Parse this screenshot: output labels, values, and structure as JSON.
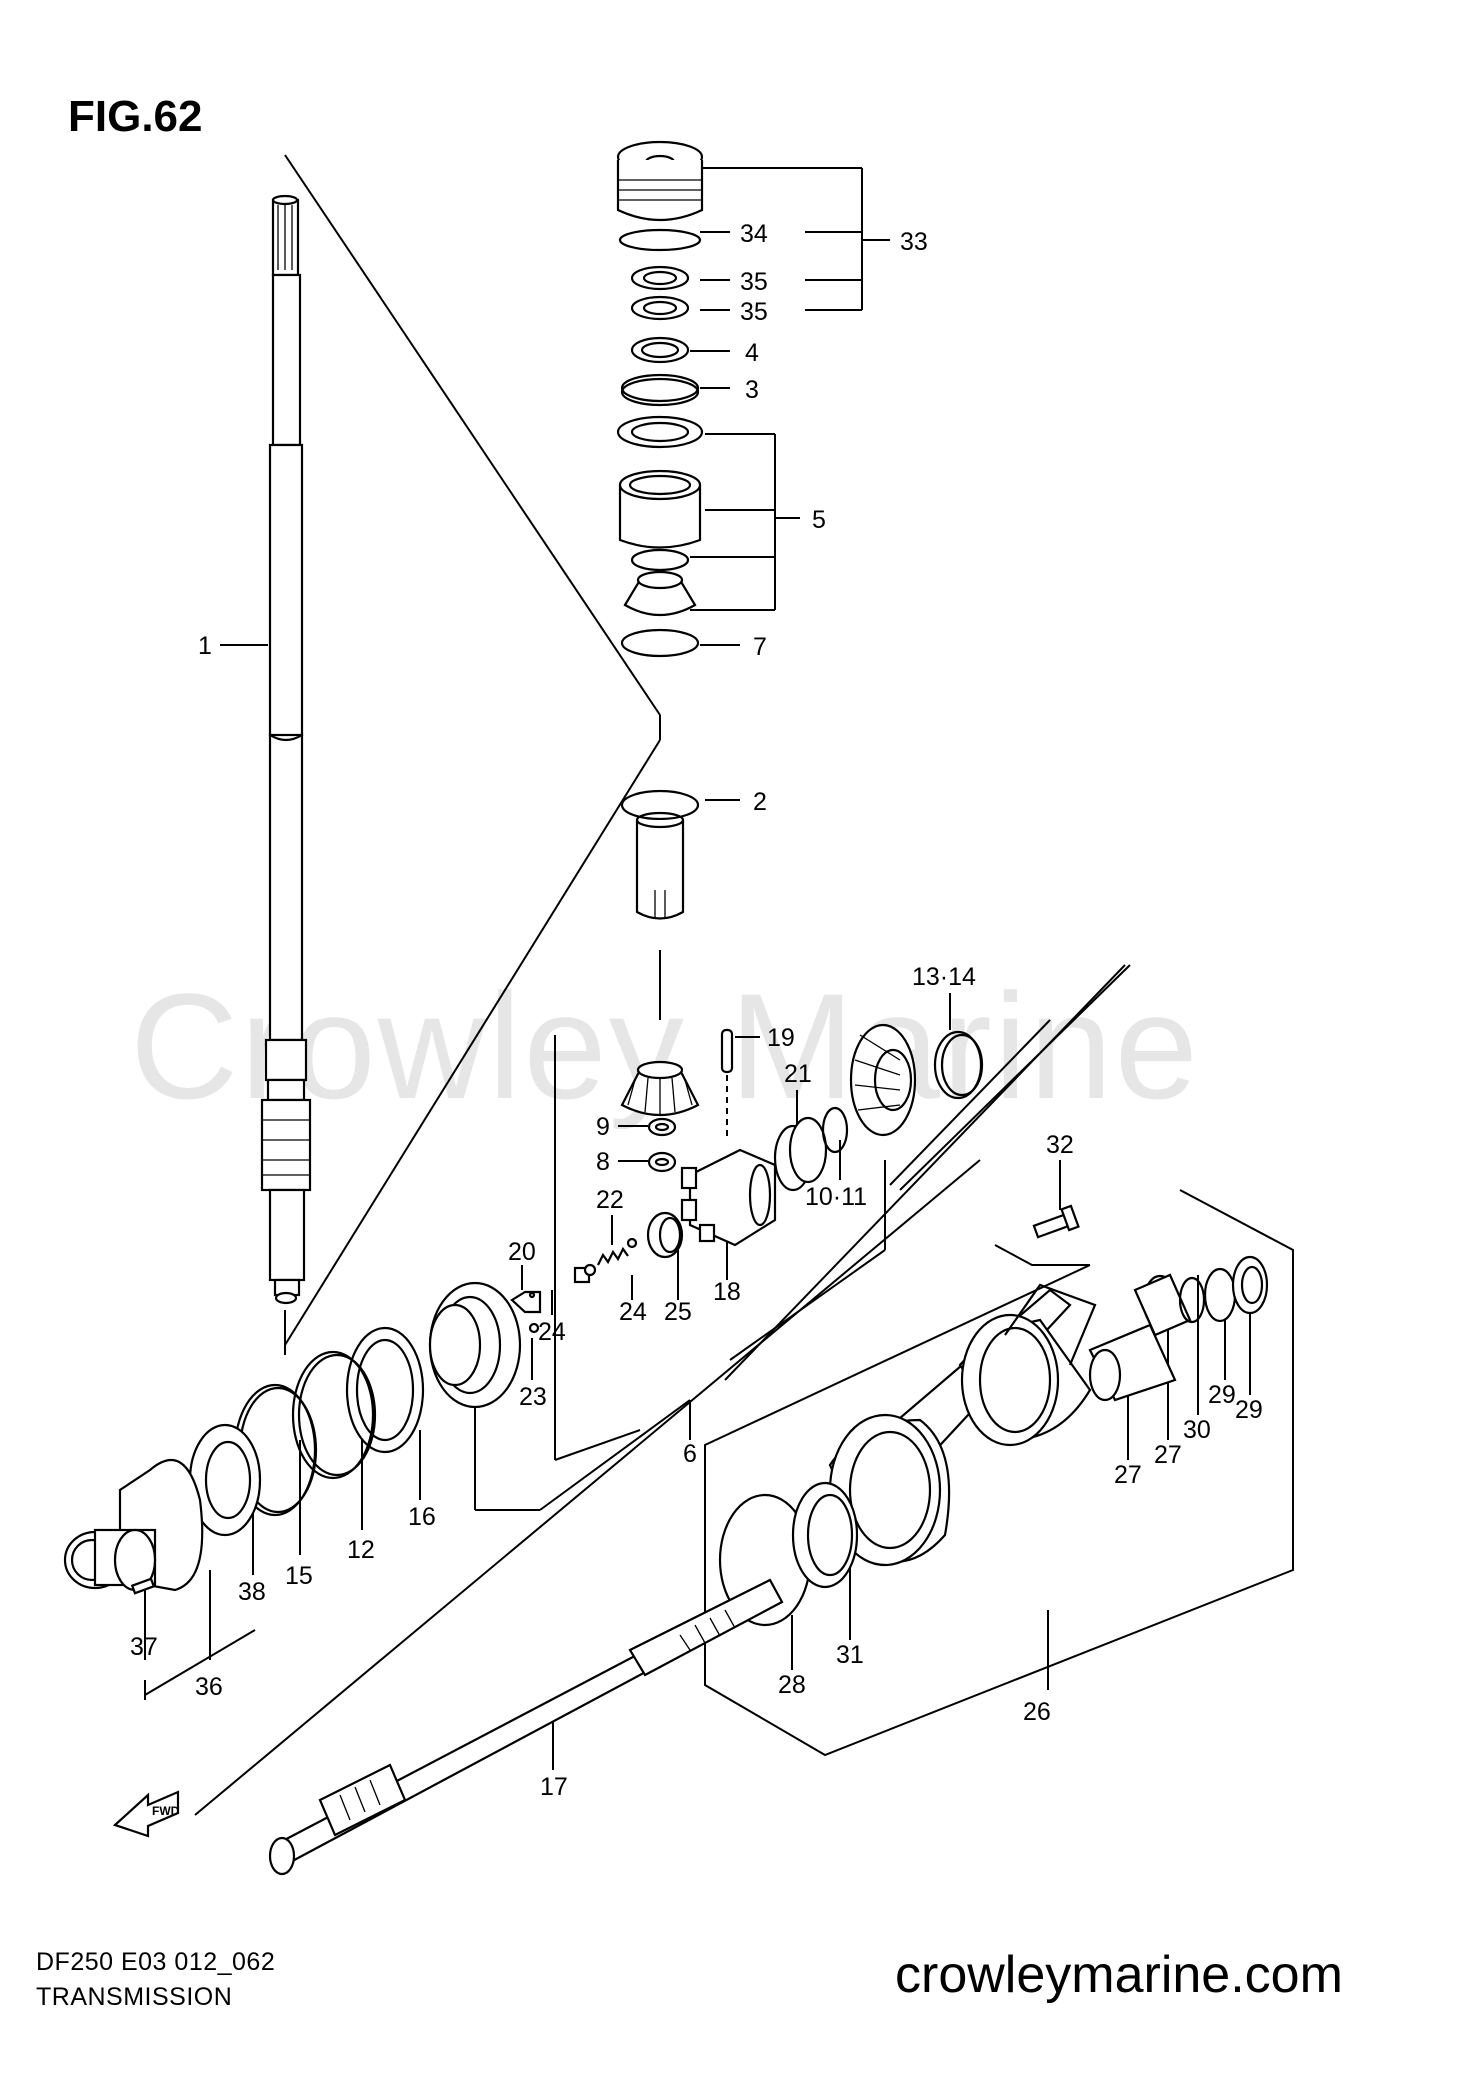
{
  "figure": {
    "title": "FIG.62"
  },
  "footer": {
    "model_code": "DF250 E03 012_062",
    "section": "TRANSMISSION",
    "website": "crowleymarine.com"
  },
  "watermark": "Crowley Marine",
  "direction_marker": {
    "text": "FWD"
  },
  "callouts": [
    {
      "id": "c1",
      "text": "1"
    },
    {
      "id": "c2",
      "text": "2"
    },
    {
      "id": "c3",
      "text": "3"
    },
    {
      "id": "c4",
      "text": "4"
    },
    {
      "id": "c5",
      "text": "5"
    },
    {
      "id": "c6",
      "text": "6"
    },
    {
      "id": "c7",
      "text": "7"
    },
    {
      "id": "c8",
      "text": "8"
    },
    {
      "id": "c9",
      "text": "9"
    },
    {
      "id": "c10_11",
      "text": "10·11"
    },
    {
      "id": "c12",
      "text": "12"
    },
    {
      "id": "c13_14",
      "text": "13·14"
    },
    {
      "id": "c15",
      "text": "15"
    },
    {
      "id": "c16",
      "text": "16"
    },
    {
      "id": "c17",
      "text": "17"
    },
    {
      "id": "c18",
      "text": "18"
    },
    {
      "id": "c19",
      "text": "19"
    },
    {
      "id": "c20",
      "text": "20"
    },
    {
      "id": "c21",
      "text": "21"
    },
    {
      "id": "c22",
      "text": "22"
    },
    {
      "id": "c23",
      "text": "23"
    },
    {
      "id": "c24a",
      "text": "24"
    },
    {
      "id": "c24b",
      "text": "24"
    },
    {
      "id": "c25",
      "text": "25"
    },
    {
      "id": "c26",
      "text": "26"
    },
    {
      "id": "c27a",
      "text": "27"
    },
    {
      "id": "c27b",
      "text": "27"
    },
    {
      "id": "c28",
      "text": "28"
    },
    {
      "id": "c29a",
      "text": "29"
    },
    {
      "id": "c29b",
      "text": "29"
    },
    {
      "id": "c30",
      "text": "30"
    },
    {
      "id": "c31",
      "text": "31"
    },
    {
      "id": "c32",
      "text": "32"
    },
    {
      "id": "c33",
      "text": "33"
    },
    {
      "id": "c34",
      "text": "34"
    },
    {
      "id": "c35a",
      "text": "35"
    },
    {
      "id": "c35b",
      "text": "35"
    },
    {
      "id": "c36",
      "text": "36"
    },
    {
      "id": "c37",
      "text": "37"
    },
    {
      "id": "c38",
      "text": "38"
    }
  ]
}
